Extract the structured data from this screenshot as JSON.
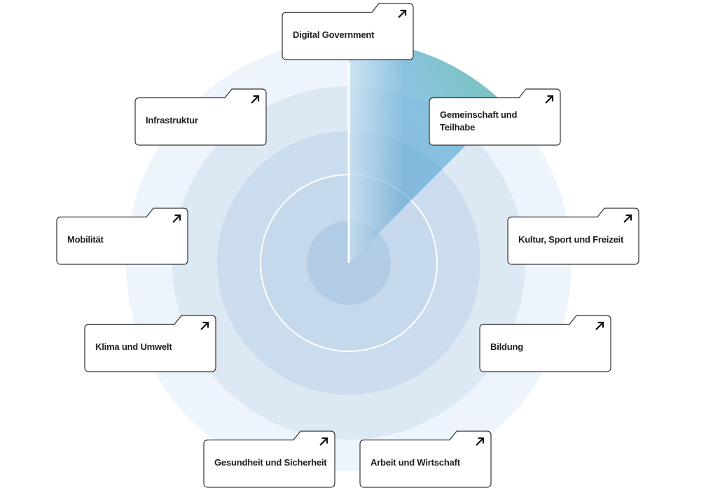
{
  "radar": {
    "rings": 5,
    "highlight_colors": [
      "#5aaad6",
      "#79c7a8"
    ]
  },
  "categories": [
    {
      "id": "digital-government",
      "label": "Digital Government",
      "icon": "arrow-up-right-icon"
    },
    {
      "id": "gemeinschaft-und-teilhabe",
      "label": "Gemeinschaft und Teilhabe",
      "icon": "arrow-up-right-icon"
    },
    {
      "id": "kultur-sport-und-freizeit",
      "label": "Kultur, Sport und Freizeit",
      "icon": "arrow-up-right-icon"
    },
    {
      "id": "bildung",
      "label": "Bildung",
      "icon": "arrow-up-right-icon"
    },
    {
      "id": "arbeit-und-wirtschaft",
      "label": "Arbeit und Wirtschaft",
      "icon": "arrow-up-right-icon"
    },
    {
      "id": "gesundheit-und-sicherheit",
      "label": "Gesundheit und Sicherheit",
      "icon": "arrow-up-right-icon"
    },
    {
      "id": "klima-und-umwelt",
      "label": "Klima und Umwelt",
      "icon": "arrow-up-right-icon"
    },
    {
      "id": "mobilitaet",
      "label": "Mobilität",
      "icon": "arrow-up-right-icon"
    },
    {
      "id": "infrastruktur",
      "label": "Infrastruktur",
      "icon": "arrow-up-right-icon"
    }
  ]
}
